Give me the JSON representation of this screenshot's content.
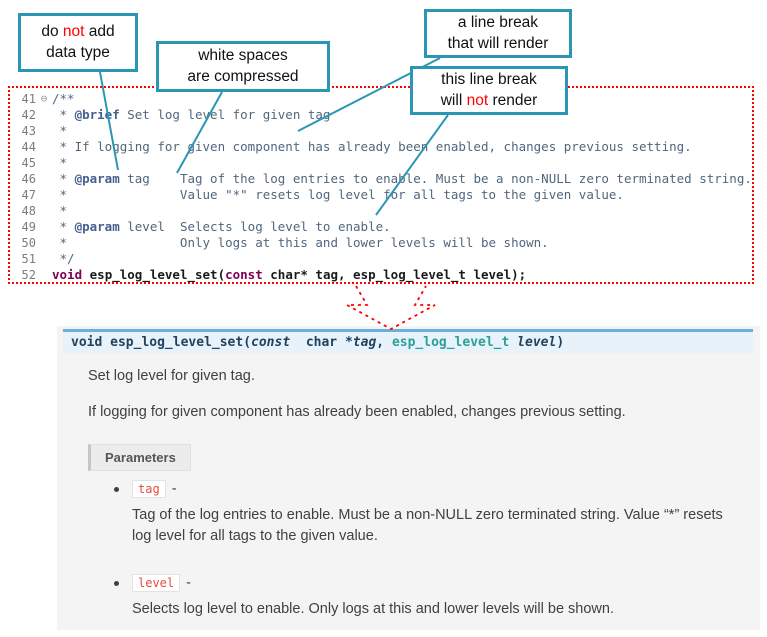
{
  "colors": {
    "teal": "#2a96b4",
    "red": "#ff0000",
    "comment": "#50677d",
    "doctag": "#44608f",
    "keyword": "#7f0055",
    "sigborder": "#6ab0de",
    "sigbg": "#e7f2fa",
    "sigtext": "#22425f",
    "sigtype": "#2aa198",
    "docsbg": "#f4f4f4",
    "chiptext": "#e74c3c",
    "chipborder": "#e1e4e5",
    "bodytext": "#404040"
  },
  "callouts": [
    {
      "name": "no-data-type",
      "lines": [
        [
          {
            "t": "do "
          },
          {
            "t": "not",
            "c": "red"
          },
          {
            "t": " add"
          }
        ],
        [
          {
            "t": "data type"
          }
        ]
      ]
    },
    {
      "name": "white-spaces-compressed",
      "lines": [
        [
          {
            "t": "white spaces"
          }
        ],
        [
          {
            "t": "are  compressed"
          }
        ]
      ]
    },
    {
      "name": "line-break-renders",
      "lines": [
        [
          {
            "t": "a line break"
          }
        ],
        [
          {
            "t": "that will render"
          }
        ]
      ]
    },
    {
      "name": "line-break-not-render",
      "lines": [
        [
          {
            "t": "this line break"
          }
        ],
        [
          {
            "t": "will "
          },
          {
            "t": "not",
            "c": "red"
          },
          {
            "t": " render"
          }
        ]
      ]
    }
  ],
  "connectors": [
    [
      100,
      72,
      118,
      170
    ],
    [
      222,
      92,
      177,
      173
    ],
    [
      440,
      58,
      298,
      131
    ],
    [
      448,
      115,
      376,
      215
    ]
  ],
  "editor": {
    "fold_glyph": "⊖",
    "lines": [
      {
        "n": "41",
        "fold": true,
        "seg": [
          {
            "t": "/**",
            "c": "cmt"
          }
        ]
      },
      {
        "n": "42",
        "seg": [
          {
            "t": " * ",
            "c": "cmt"
          },
          {
            "t": "@brief",
            "c": "tag"
          },
          {
            "t": " Set log level for given tag",
            "c": "cmt"
          }
        ]
      },
      {
        "n": "43",
        "seg": [
          {
            "t": " *",
            "c": "cmt"
          }
        ]
      },
      {
        "n": "44",
        "seg": [
          {
            "t": " * If logging for given component has already been enabled, changes previous setting.",
            "c": "cmt"
          }
        ]
      },
      {
        "n": "45",
        "seg": [
          {
            "t": " *",
            "c": "cmt"
          }
        ]
      },
      {
        "n": "46",
        "seg": [
          {
            "t": " * ",
            "c": "cmt"
          },
          {
            "t": "@param",
            "c": "tag"
          },
          {
            "t": " tag    Tag of the log entries to enable. Must be a non-NULL zero terminated string.",
            "c": "cmt"
          }
        ]
      },
      {
        "n": "47",
        "seg": [
          {
            "t": " *               Value \"*\" resets log level for all tags to the given value.",
            "c": "cmt"
          }
        ]
      },
      {
        "n": "48",
        "seg": [
          {
            "t": " *",
            "c": "cmt"
          }
        ]
      },
      {
        "n": "49",
        "seg": [
          {
            "t": " * ",
            "c": "cmt"
          },
          {
            "t": "@param",
            "c": "tag"
          },
          {
            "t": " level  Selects log level to enable.",
            "c": "cmt"
          }
        ]
      },
      {
        "n": "50",
        "seg": [
          {
            "t": " *               Only logs at this and lower levels will be shown.",
            "c": "cmt"
          }
        ]
      },
      {
        "n": "51",
        "seg": [
          {
            "t": " */",
            "c": "cmt"
          }
        ]
      },
      {
        "n": "52",
        "seg": [
          {
            "t": "void",
            "c": "kw"
          },
          {
            "t": " ",
            "c": "pln"
          },
          {
            "t": "esp_log_level_set",
            "c": "fn"
          },
          {
            "t": "(",
            "c": "pln"
          },
          {
            "t": "const",
            "c": "kw"
          },
          {
            "t": " char* tag, esp_log_level_t level);",
            "c": "pln"
          }
        ]
      }
    ]
  },
  "docs": {
    "signature": {
      "seg": [
        {
          "t": "void",
          "c": "kw"
        },
        {
          "t": " "
        },
        {
          "t": "esp_log_level_set",
          "c": "name"
        },
        {
          "t": "("
        },
        {
          "t": "const",
          "c": "kwi"
        },
        {
          "t": "  char *"
        },
        {
          "t": "tag",
          "c": "param"
        },
        {
          "t": ", "
        },
        {
          "t": "esp_log_level_t",
          "c": "type"
        },
        {
          "t": " "
        },
        {
          "t": "level",
          "c": "param"
        },
        {
          "t": ")"
        }
      ]
    },
    "para1": "Set log level for given tag.",
    "para2": "If logging for given component has already been enabled, changes previous setting.",
    "parameters_label": "Parameters",
    "params": [
      {
        "name": "tag",
        "sep": "-",
        "desc": "Tag of the log entries to enable. Must be a non-NULL zero terminated string. Value “*” resets log level for all tags to the given value."
      },
      {
        "name": "level",
        "sep": "-",
        "desc": "Selects log level to enable. Only logs at this and lower levels will be shown."
      }
    ]
  }
}
